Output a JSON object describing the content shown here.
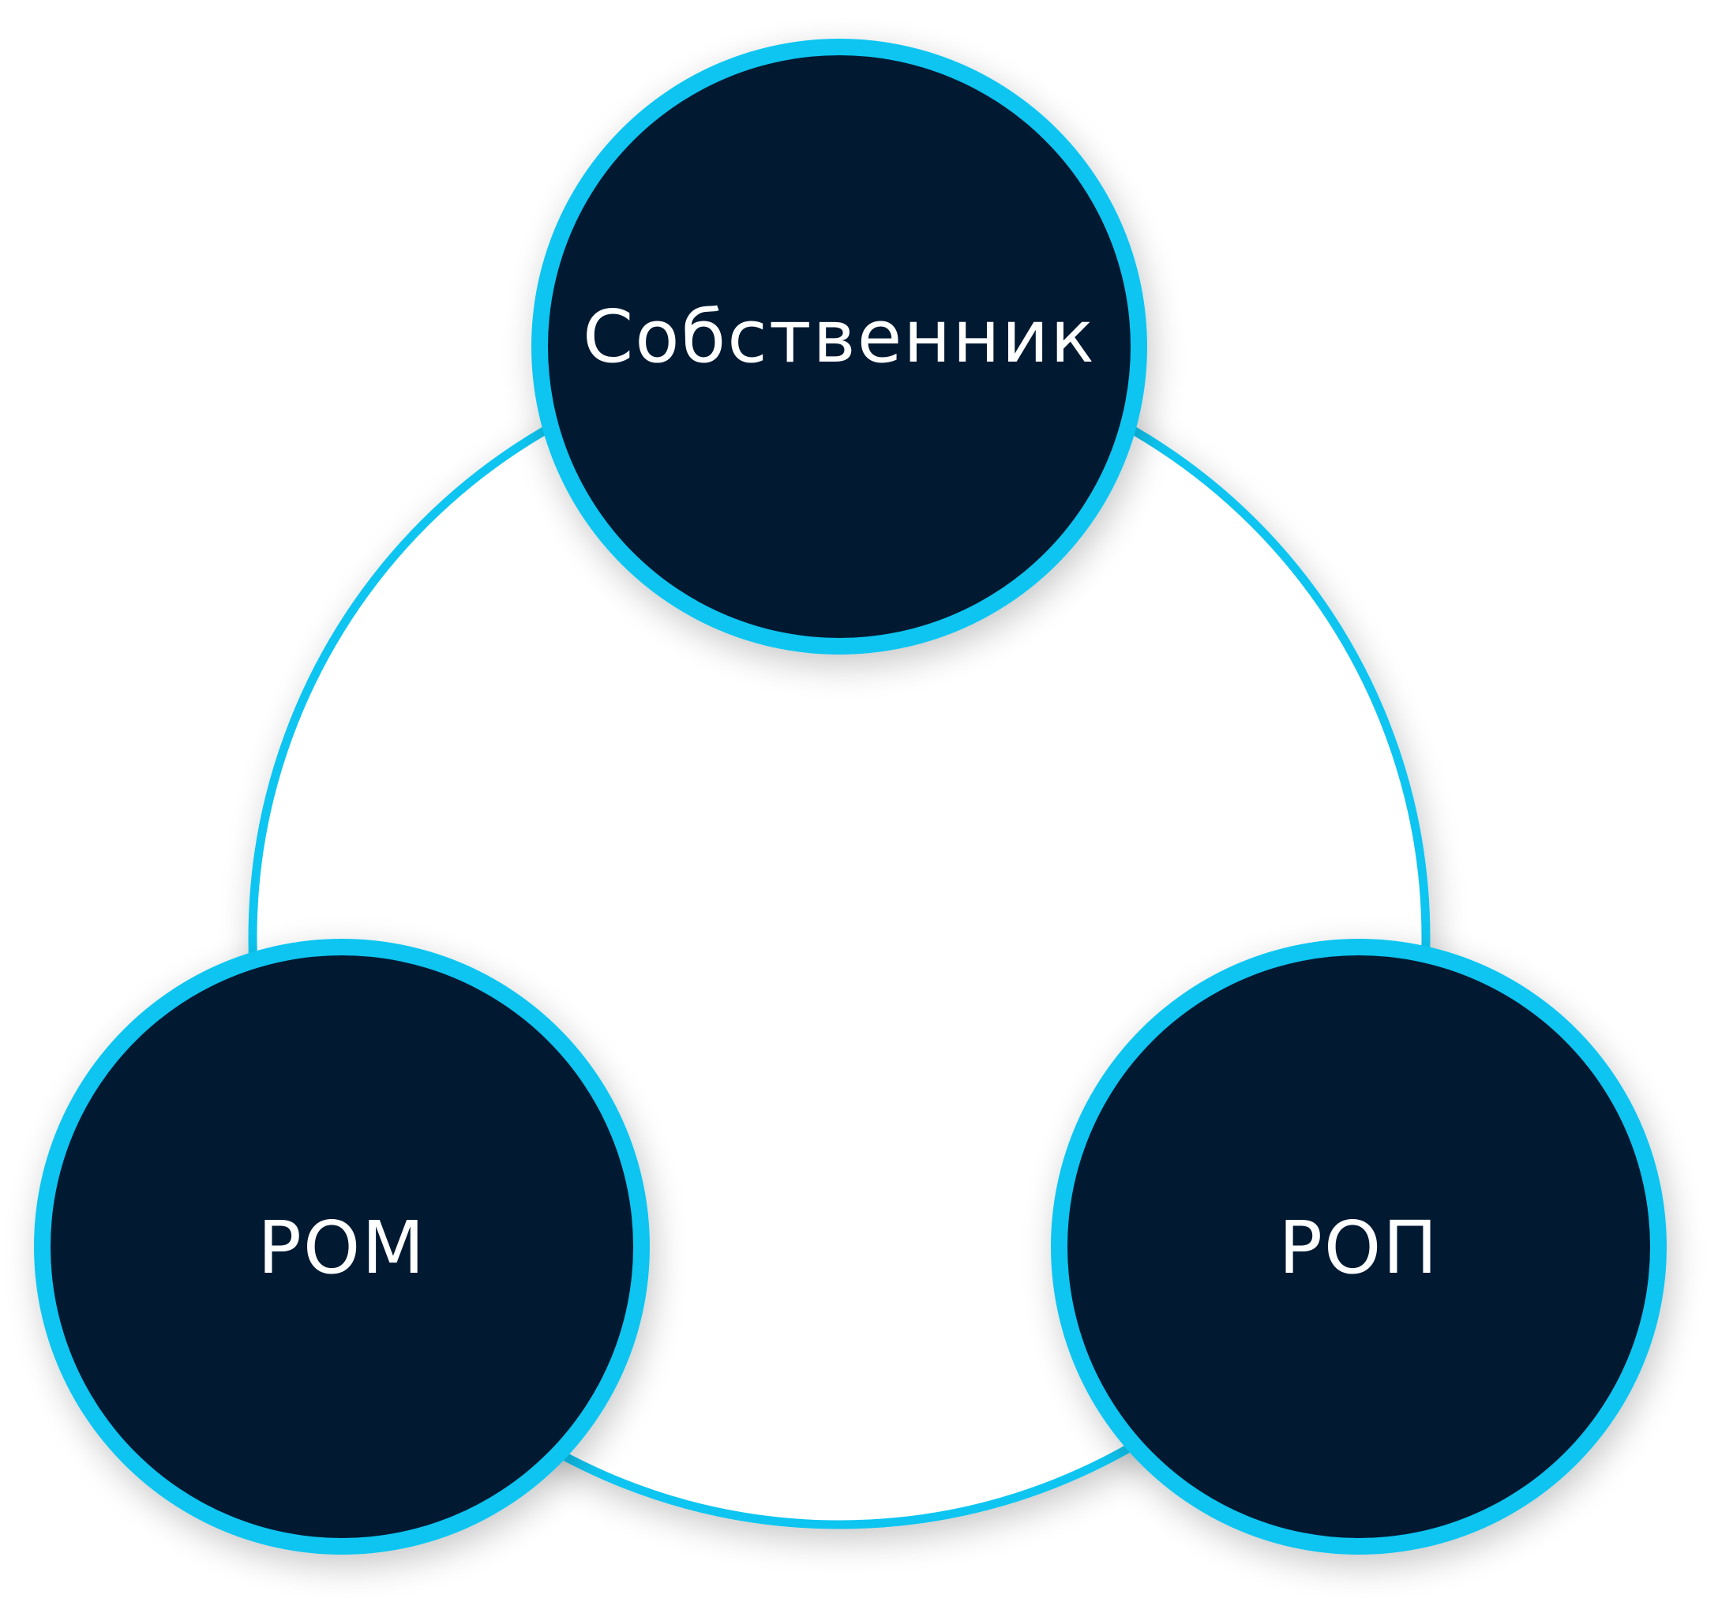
{
  "diagram": {
    "nodes": [
      {
        "id": "top",
        "label": "Собственник"
      },
      {
        "id": "left",
        "label": "РОМ"
      },
      {
        "id": "right",
        "label": "РОП"
      }
    ],
    "colors": {
      "node_fill": "#021932",
      "accent": "#0bc5f0",
      "background": "#ffffff",
      "label": "#ffffff"
    }
  }
}
